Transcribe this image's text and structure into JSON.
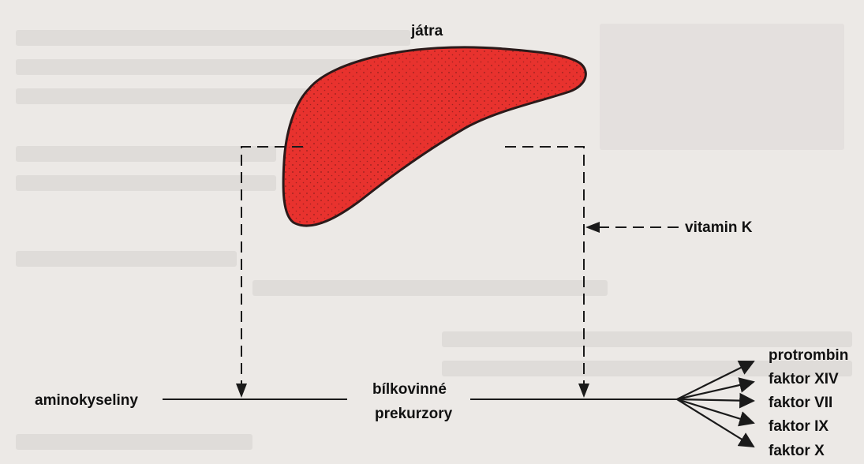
{
  "diagram": {
    "liver_label": "játra",
    "vitamin_label": "vitamin K",
    "input_label": "aminokyseliny",
    "precursor_line1": "bílkovinné",
    "precursor_line2": "prekurzory",
    "factors": [
      "protrombin",
      "faktor XIV",
      "faktor VII",
      "faktor IX",
      "faktor X"
    ],
    "colors": {
      "liver_fill": "#e8322e",
      "liver_outline": "#2a1a1a",
      "lines": "#1a1a1a"
    }
  }
}
